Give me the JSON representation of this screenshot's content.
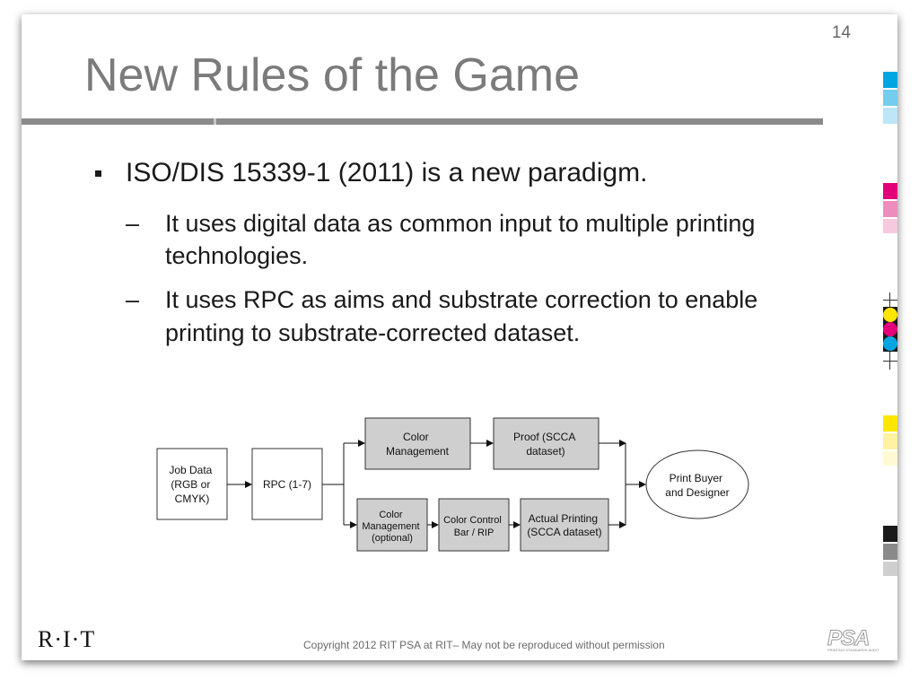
{
  "slide": {
    "page_number": "14",
    "title": "New Rules of the Game"
  },
  "content": {
    "bullet": "ISO/DIS 15339-1 (2011) is a new paradigm.",
    "subbullets": [
      "It uses digital data as common input to multiple printing technologies.",
      "It uses RPC as aims and substrate correction to enable printing to substrate-corrected dataset."
    ],
    "dash": "–"
  },
  "diagram": {
    "job_data": [
      "Job Data",
      "(RGB or",
      "CMYK)"
    ],
    "rpc": "RPC (1-7)",
    "color_management": [
      "Color",
      "Management"
    ],
    "proof": [
      "Proof (SCCA",
      "dataset)"
    ],
    "color_management_optional": [
      "Color",
      "Management",
      "(optional)"
    ],
    "color_control": [
      "Color Control",
      "Bar / RIP"
    ],
    "actual_printing": [
      "Actual Printing",
      "(SCCA dataset)"
    ],
    "print_buyer": [
      "Print Buyer",
      "and Designer"
    ]
  },
  "footer": {
    "rit_logo": "R·I·T",
    "copyright": "Copyright 2012 RIT PSA at RIT– May not be reproduced without permission",
    "psa_logo": "PSA",
    "psa_tagline": "PRINTING STANDARDS AUDIT"
  },
  "colors": {
    "title": "#7b7b7b",
    "rule": "#8a8a8a",
    "cyan": "#00a6e2",
    "magenta": "#e2007a",
    "yellow": "#ffe600",
    "black": "#1a1a1a",
    "box_fill": "#cfcfcf"
  }
}
